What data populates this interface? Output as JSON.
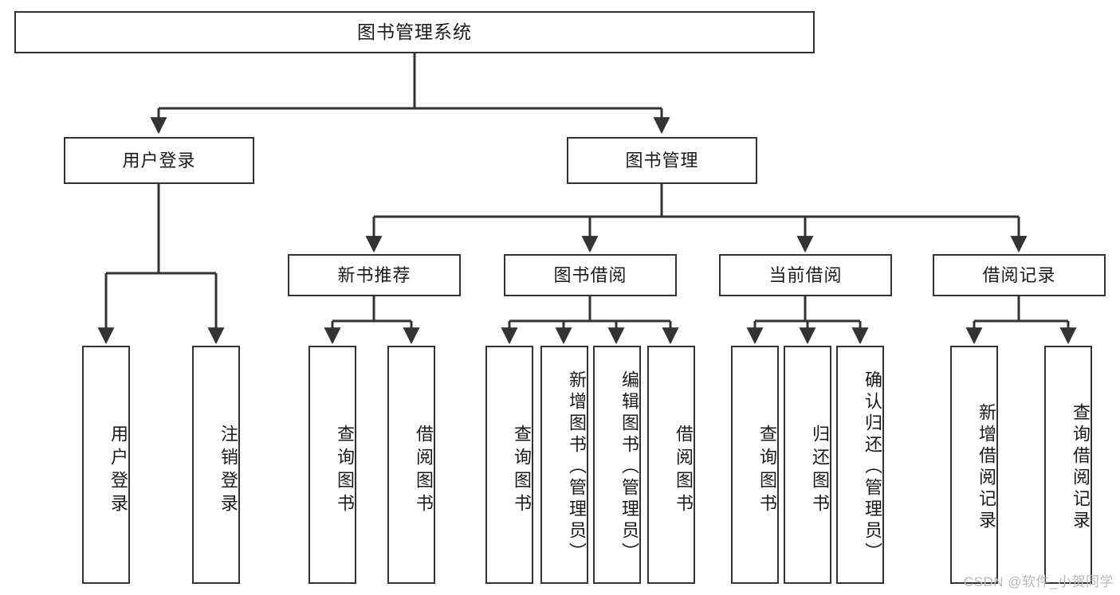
{
  "diagram": {
    "type": "tree",
    "title": "图书管理系统",
    "orientation": "top-down",
    "colors": {
      "background": "#ffffff",
      "stroke": "#333333",
      "text": "#1a1a1a",
      "watermark": "#b9b9b9"
    }
  },
  "nodes": {
    "root": {
      "label": "图书管理系统"
    },
    "level1": [
      {
        "id": "user-login",
        "label": "用户登录"
      },
      {
        "id": "book-manage",
        "label": "图书管理"
      }
    ],
    "level2": [
      {
        "id": "new-book-recommend",
        "label": "新书推荐",
        "parent": "book-manage"
      },
      {
        "id": "book-borrow",
        "label": "图书借阅",
        "parent": "book-manage"
      },
      {
        "id": "current-borrow",
        "label": "当前借阅",
        "parent": "book-manage"
      },
      {
        "id": "borrow-record",
        "label": "借阅记录",
        "parent": "book-manage"
      }
    ],
    "leaves": [
      {
        "id": "leaf-user-login",
        "label": "用户登录",
        "parent": "user-login"
      },
      {
        "id": "leaf-user-logout",
        "label": "注销登录",
        "parent": "user-login"
      },
      {
        "id": "leaf-query-book-1",
        "label": "查询图书",
        "parent": "new-book-recommend"
      },
      {
        "id": "leaf-borrow-book-1",
        "label": "借阅图书",
        "parent": "new-book-recommend"
      },
      {
        "id": "leaf-query-book-2",
        "label": "查询图书",
        "parent": "book-borrow"
      },
      {
        "id": "leaf-add-book",
        "label": "新增图书（管理员）",
        "parent": "book-borrow"
      },
      {
        "id": "leaf-edit-book",
        "label": "编辑图书（管理员）",
        "parent": "book-borrow"
      },
      {
        "id": "leaf-borrow-book-2",
        "label": "借阅图书",
        "parent": "book-borrow"
      },
      {
        "id": "leaf-query-book-3",
        "label": "查询图书",
        "parent": "current-borrow"
      },
      {
        "id": "leaf-return-book",
        "label": "归还图书",
        "parent": "current-borrow"
      },
      {
        "id": "leaf-confirm-return",
        "label": "确认归还（管理员）",
        "parent": "current-borrow"
      },
      {
        "id": "leaf-add-record",
        "label": "新增借阅记录",
        "parent": "borrow-record"
      },
      {
        "id": "leaf-query-record",
        "label": "查询借阅记录",
        "parent": "borrow-record"
      }
    ]
  },
  "watermark": {
    "text": "CSDN @软件_小贺同学"
  }
}
